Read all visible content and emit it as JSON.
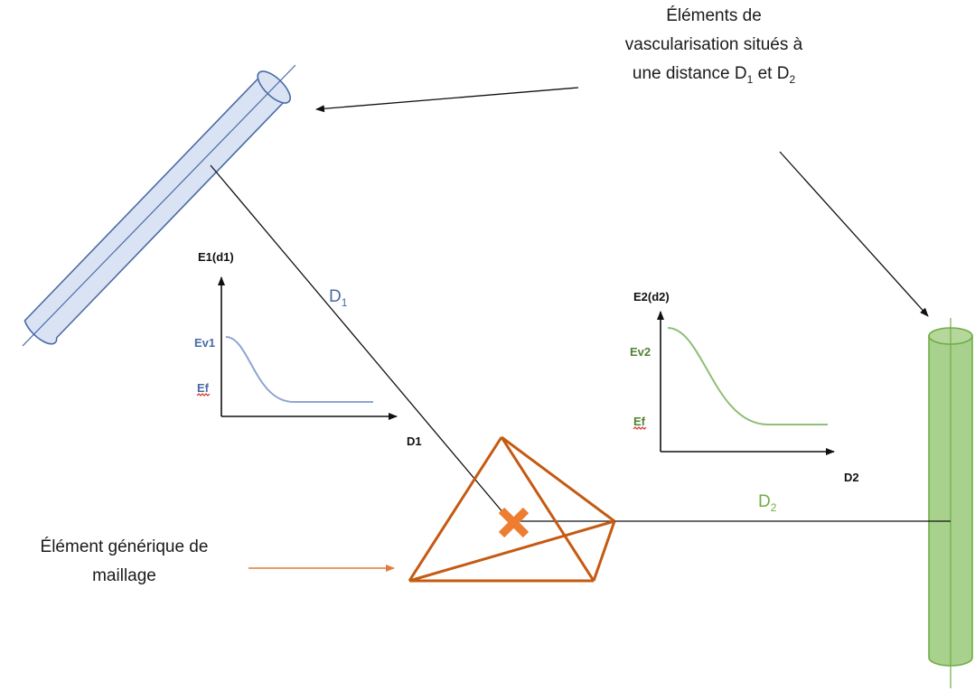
{
  "callouts": {
    "vessels": {
      "line1": "Éléments de",
      "line2": "vascularisation situés à",
      "line3_pre": "une distance D",
      "line3_sub1": "1",
      "line3_mid": " et D",
      "line3_sub2": "2"
    },
    "mesh": {
      "line1": "Élément générique de",
      "line2": "maillage"
    }
  },
  "distances": {
    "d1": {
      "letter": "D",
      "sub": "1",
      "color": "#4a6aa5"
    },
    "d2": {
      "letter": "D",
      "sub": "2",
      "color": "#70ad47"
    }
  },
  "graph1": {
    "y_axis_label": "E1(d1)",
    "x_axis_label": "D1",
    "high_label": "Ev1",
    "low_label": "Ef",
    "curve_color": "#8ea4d0",
    "label_color": "#4a6aa5"
  },
  "graph2": {
    "y_axis_label": "E2(d2)",
    "x_axis_label": "D2",
    "high_label": "Ev2",
    "low_label": "Ef",
    "curve_color": "#8fbf78",
    "label_color": "#548235"
  },
  "colors": {
    "vessel1_fill": "#dae3f3",
    "vessel1_stroke": "#4a6aa5",
    "vessel2_fill": "#a9d18e",
    "vessel2_stroke": "#70ad47",
    "mesh": "#c55a11",
    "marker": "#ed7d31",
    "line": "#111111"
  }
}
